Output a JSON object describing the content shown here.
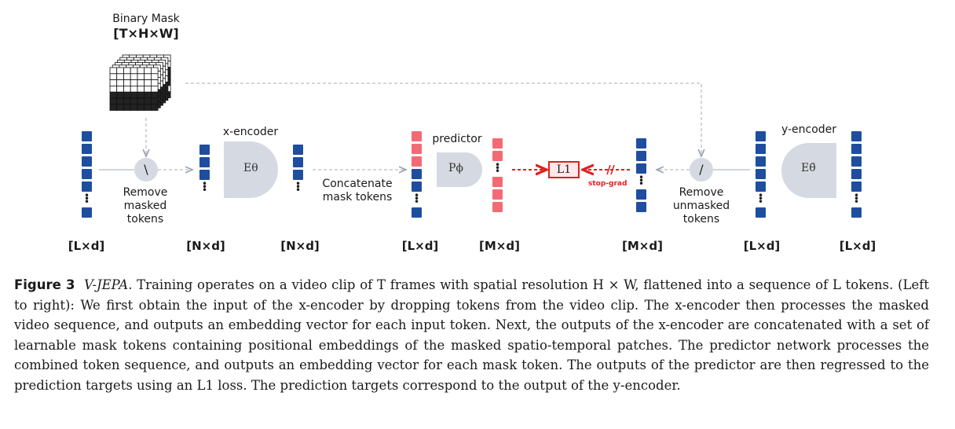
{
  "figure": {
    "mask_title": "Binary Mask",
    "mask_dims": "[T×H×W]",
    "x_encoder_label": "x-encoder",
    "x_encoder_symbol": "Eθ",
    "predictor_label": "predictor",
    "predictor_symbol": "Pϕ",
    "y_encoder_label": "y-encoder",
    "y_encoder_symbol": "Eθ̄",
    "remove_masked": [
      "Remove",
      "masked",
      "tokens"
    ],
    "concatenate": [
      "Concatenate",
      "mask tokens"
    ],
    "remove_unmasked": [
      "Remove",
      "unmasked",
      "tokens"
    ],
    "op_left": "\\",
    "op_right": "/",
    "loss_label": "L1",
    "stop_grad": "stop-grad",
    "dims": [
      "[L×d]",
      "[N×d]",
      "[N×d]",
      "[L×d]",
      "[M×d]",
      "[M×d]",
      "[L×d]",
      "[L×d]"
    ],
    "colors": {
      "context_token": "#1f4da0",
      "mask_token": "#f26b74",
      "block": "#d5dae2",
      "loss": "#e02020"
    }
  },
  "caption": {
    "figure_label": "Figure 3",
    "title": "V-JEPA",
    "text": ". Training operates on a video clip of T frames with spatial resolution H × W, flattened into a sequence of L tokens. (Left to right): We first obtain the input of the x-encoder by dropping tokens from the video clip. The x-encoder then processes the masked video sequence, and outputs an embedding vector for each input token. Next, the outputs of the x-encoder are concatenated with a set of learnable mask tokens containing positional embeddings of the masked spatio-temporal patches. The predictor network processes the combined token sequence, and outputs an embedding vector for each mask token. The outputs of the predictor are then regressed to the prediction targets using an L1 loss. The prediction targets correspond to the output of the y-encoder."
  }
}
